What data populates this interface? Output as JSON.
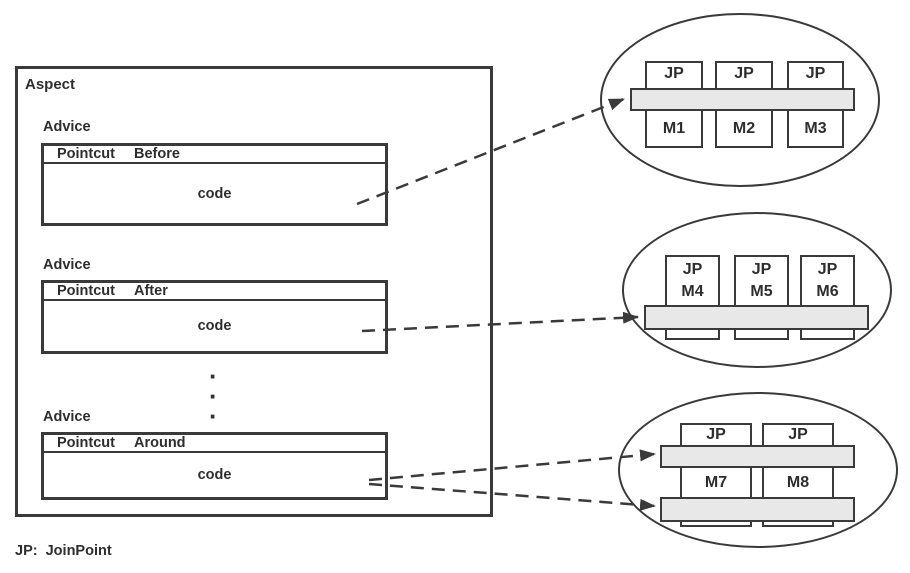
{
  "aspect": {
    "label": "Aspect",
    "advices": [
      {
        "label": "Advice",
        "pointcut_keyword": "Pointcut",
        "pointcut_type": "Before",
        "body": "code"
      },
      {
        "label": "Advice",
        "pointcut_keyword": "Pointcut",
        "pointcut_type": "After",
        "body": "code"
      },
      {
        "label": "Advice",
        "pointcut_keyword": "Pointcut",
        "pointcut_type": "Around",
        "body": "code"
      }
    ],
    "more_advices_dots": [
      "·",
      "·",
      "·"
    ]
  },
  "legend": {
    "text": "JP:  JoinPoint"
  },
  "joinpoint_groups": [
    {
      "advice_type": "before",
      "jp_labels": [
        "JP",
        "JP",
        "JP"
      ],
      "method_labels": [
        "M1",
        "M2",
        "M3"
      ]
    },
    {
      "advice_type": "after",
      "jp_labels": [
        "JP",
        "JP",
        "JP"
      ],
      "method_labels": [
        "M4",
        "M5",
        "M6"
      ]
    },
    {
      "advice_type": "around",
      "jp_labels": [
        "JP",
        "JP"
      ],
      "method_labels": [
        "M7",
        "M8"
      ]
    }
  ],
  "colors": {
    "stroke": "#3a3a3a",
    "bar_fill": "#e8e8e8",
    "text": "#2e2e2e",
    "background": "#ffffff"
  }
}
